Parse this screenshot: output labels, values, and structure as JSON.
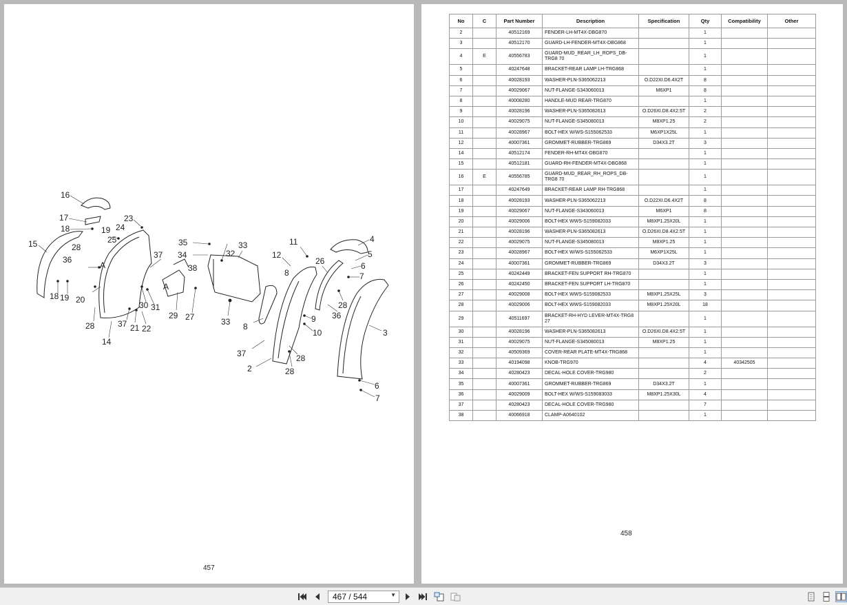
{
  "left_page": {
    "page_number": "457",
    "callouts": [
      "16",
      "17",
      "18",
      "23",
      "24",
      "19",
      "25",
      "15",
      "28",
      "36",
      "37",
      "A",
      "18",
      "19",
      "20",
      "30",
      "31",
      "28",
      "37",
      "21",
      "22",
      "14",
      "35",
      "34",
      "33",
      "32",
      "38",
      "A",
      "29",
      "27",
      "33",
      "11",
      "12",
      "8",
      "4",
      "5",
      "6",
      "26",
      "7",
      "28",
      "36",
      "9",
      "10",
      "3",
      "37",
      "2",
      "28",
      "28",
      "6",
      "7",
      "8"
    ]
  },
  "right_page": {
    "page_number": "458",
    "table": {
      "headers": [
        "No",
        "C",
        "Part Number",
        "Description",
        "Specification",
        "Qty",
        "Compatibility",
        "Other"
      ],
      "rows": [
        [
          "2",
          "",
          "40512169",
          "FENDER-LH-MT4X-DBG870",
          "",
          "1",
          "",
          ""
        ],
        [
          "3",
          "",
          "40512170",
          "GUARD-LH-FENDER-MT4X-DBG868",
          "",
          "1",
          "",
          ""
        ],
        [
          "4",
          "E",
          "40556783",
          "GUARD-MUD_REAR_LH_ROPS_DB-TRG8 70",
          "",
          "1",
          "",
          ""
        ],
        [
          "5",
          "",
          "40247648",
          "BRACKET-REAR LAMP LH-TRG868",
          "",
          "1",
          "",
          ""
        ],
        [
          "6",
          "",
          "40028193",
          "WASHER-PLN-S365062213",
          "O.D22XI.D6.4X2T",
          "8",
          "",
          ""
        ],
        [
          "7",
          "",
          "40029067",
          "NUT-FLANGE-S343060013",
          "M6XP1",
          "8",
          "",
          ""
        ],
        [
          "8",
          "",
          "40008280",
          "HANDLE-MUD REAR-TRG870",
          "",
          "1",
          "",
          ""
        ],
        [
          "9",
          "",
          "40028196",
          "WASHER-PLN-S365082613",
          "O.D26XI.D8.4X2.5T",
          "2",
          "",
          ""
        ],
        [
          "10",
          "",
          "40029075",
          "NUT-FLANGE-S345080013",
          "M8XP1.25",
          "2",
          "",
          ""
        ],
        [
          "11",
          "",
          "40028967",
          "BOLT-HEX W/WS-S155062533",
          "M6XP1X25L",
          "1",
          "",
          ""
        ],
        [
          "12",
          "",
          "40007361",
          "GROMMET-RUBBER-TRG869",
          "D34X3.2T",
          "3",
          "",
          ""
        ],
        [
          "14",
          "",
          "40512174",
          "FENDER-RH-MT4X-DBG870",
          "",
          "1",
          "",
          ""
        ],
        [
          "15",
          "",
          "40512181",
          "GUARD-RH-FENDER-MT4X-DBG868",
          "",
          "1",
          "",
          ""
        ],
        [
          "16",
          "E",
          "40556785",
          "GUARD-MUD_REAR_RH_ROPS_DB-TRG8 70",
          "",
          "1",
          "",
          ""
        ],
        [
          "17",
          "",
          "40247649",
          "BRACKET-REAR LAMP RH-TRG868",
          "",
          "1",
          "",
          ""
        ],
        [
          "18",
          "",
          "40028193",
          "WASHER-PLN-S365062213",
          "O.D22XI.D6.4X2T",
          "8",
          "",
          ""
        ],
        [
          "19",
          "",
          "40029067",
          "NUT-FLANGE-S343060013",
          "M6XP1",
          "8",
          "",
          ""
        ],
        [
          "20",
          "",
          "40029006",
          "BOLT-HEX WWS-S159082033",
          "M8XP1.25X20L",
          "1",
          "",
          ""
        ],
        [
          "21",
          "",
          "40028196",
          "WASHER-PLN-S365082613",
          "O.D26XI.D8.4X2.5T",
          "1",
          "",
          ""
        ],
        [
          "22",
          "",
          "40029075",
          "NUT-FLANGE-S345080013",
          "M8XP1.25",
          "1",
          "",
          ""
        ],
        [
          "23",
          "",
          "40028967",
          "BOLT-HEX W/WS-S155062533",
          "M6XP1X25L",
          "1",
          "",
          ""
        ],
        [
          "24",
          "",
          "40007361",
          "GROMMET-RUBBER-TRG869",
          "D34X3.2T",
          "3",
          "",
          ""
        ],
        [
          "25",
          "",
          "40242449",
          "BRACKET-FEN SUPPORT RH-TRG870",
          "",
          "1",
          "",
          ""
        ],
        [
          "26",
          "",
          "40242450",
          "BRACKET-FEN SUPPORT LH-TRG870",
          "",
          "1",
          "",
          ""
        ],
        [
          "27",
          "",
          "40029008",
          "BOLT-HEX WWS-S159082533",
          "M8XP1.25X25L",
          "3",
          "",
          ""
        ],
        [
          "28",
          "",
          "40029006",
          "BOLT-HEX WWS-S159082033",
          "M8XP1.25X20L",
          "18",
          "",
          ""
        ],
        [
          "29",
          "",
          "40511697",
          "BRACKET-RH-HYD LEVER-MT4X-TRG8 27",
          "",
          "1",
          "",
          ""
        ],
        [
          "30",
          "",
          "40028196",
          "WASHER-PLN-S365082613",
          "O.D26XI.D8.4X2.5T",
          "1",
          "",
          ""
        ],
        [
          "31",
          "",
          "40029075",
          "NUT-FLANGE-S345080013",
          "M8XP1.25",
          "1",
          "",
          ""
        ],
        [
          "32",
          "",
          "40509369",
          "COVER-REAR PLATE-MT4X-TRG868",
          "",
          "1",
          "",
          ""
        ],
        [
          "33",
          "",
          "40194098",
          "KNOB-TRG970",
          "",
          "4",
          "40342505",
          ""
        ],
        [
          "34",
          "",
          "40280423",
          "DECAL-HOLE COVER-TRG980",
          "",
          "2",
          "",
          ""
        ],
        [
          "35",
          "",
          "40007361",
          "GROMMET-RUBBER-TRG869",
          "D34X3.2T",
          "1",
          "",
          ""
        ],
        [
          "36",
          "",
          "40029009",
          "BOLT-HEX W/WS-S159083033",
          "M8XP1.25X30L",
          "4",
          "",
          ""
        ],
        [
          "37",
          "",
          "40280423",
          "DECAL-HOLE COVER-TRG980",
          "",
          "7",
          "",
          ""
        ],
        [
          "38",
          "",
          "40066918",
          "CLAMP-A0640102",
          "",
          "1",
          "",
          ""
        ]
      ]
    }
  },
  "toolbar": {
    "page_indicator": "467 / 544",
    "icons": [
      "first-page-icon",
      "previous-page-icon",
      "next-page-icon",
      "last-page-icon",
      "rotate-page-icon",
      "export-page-icon",
      "single-page-view-icon",
      "continuous-view-icon",
      "two-page-view-icon"
    ]
  }
}
